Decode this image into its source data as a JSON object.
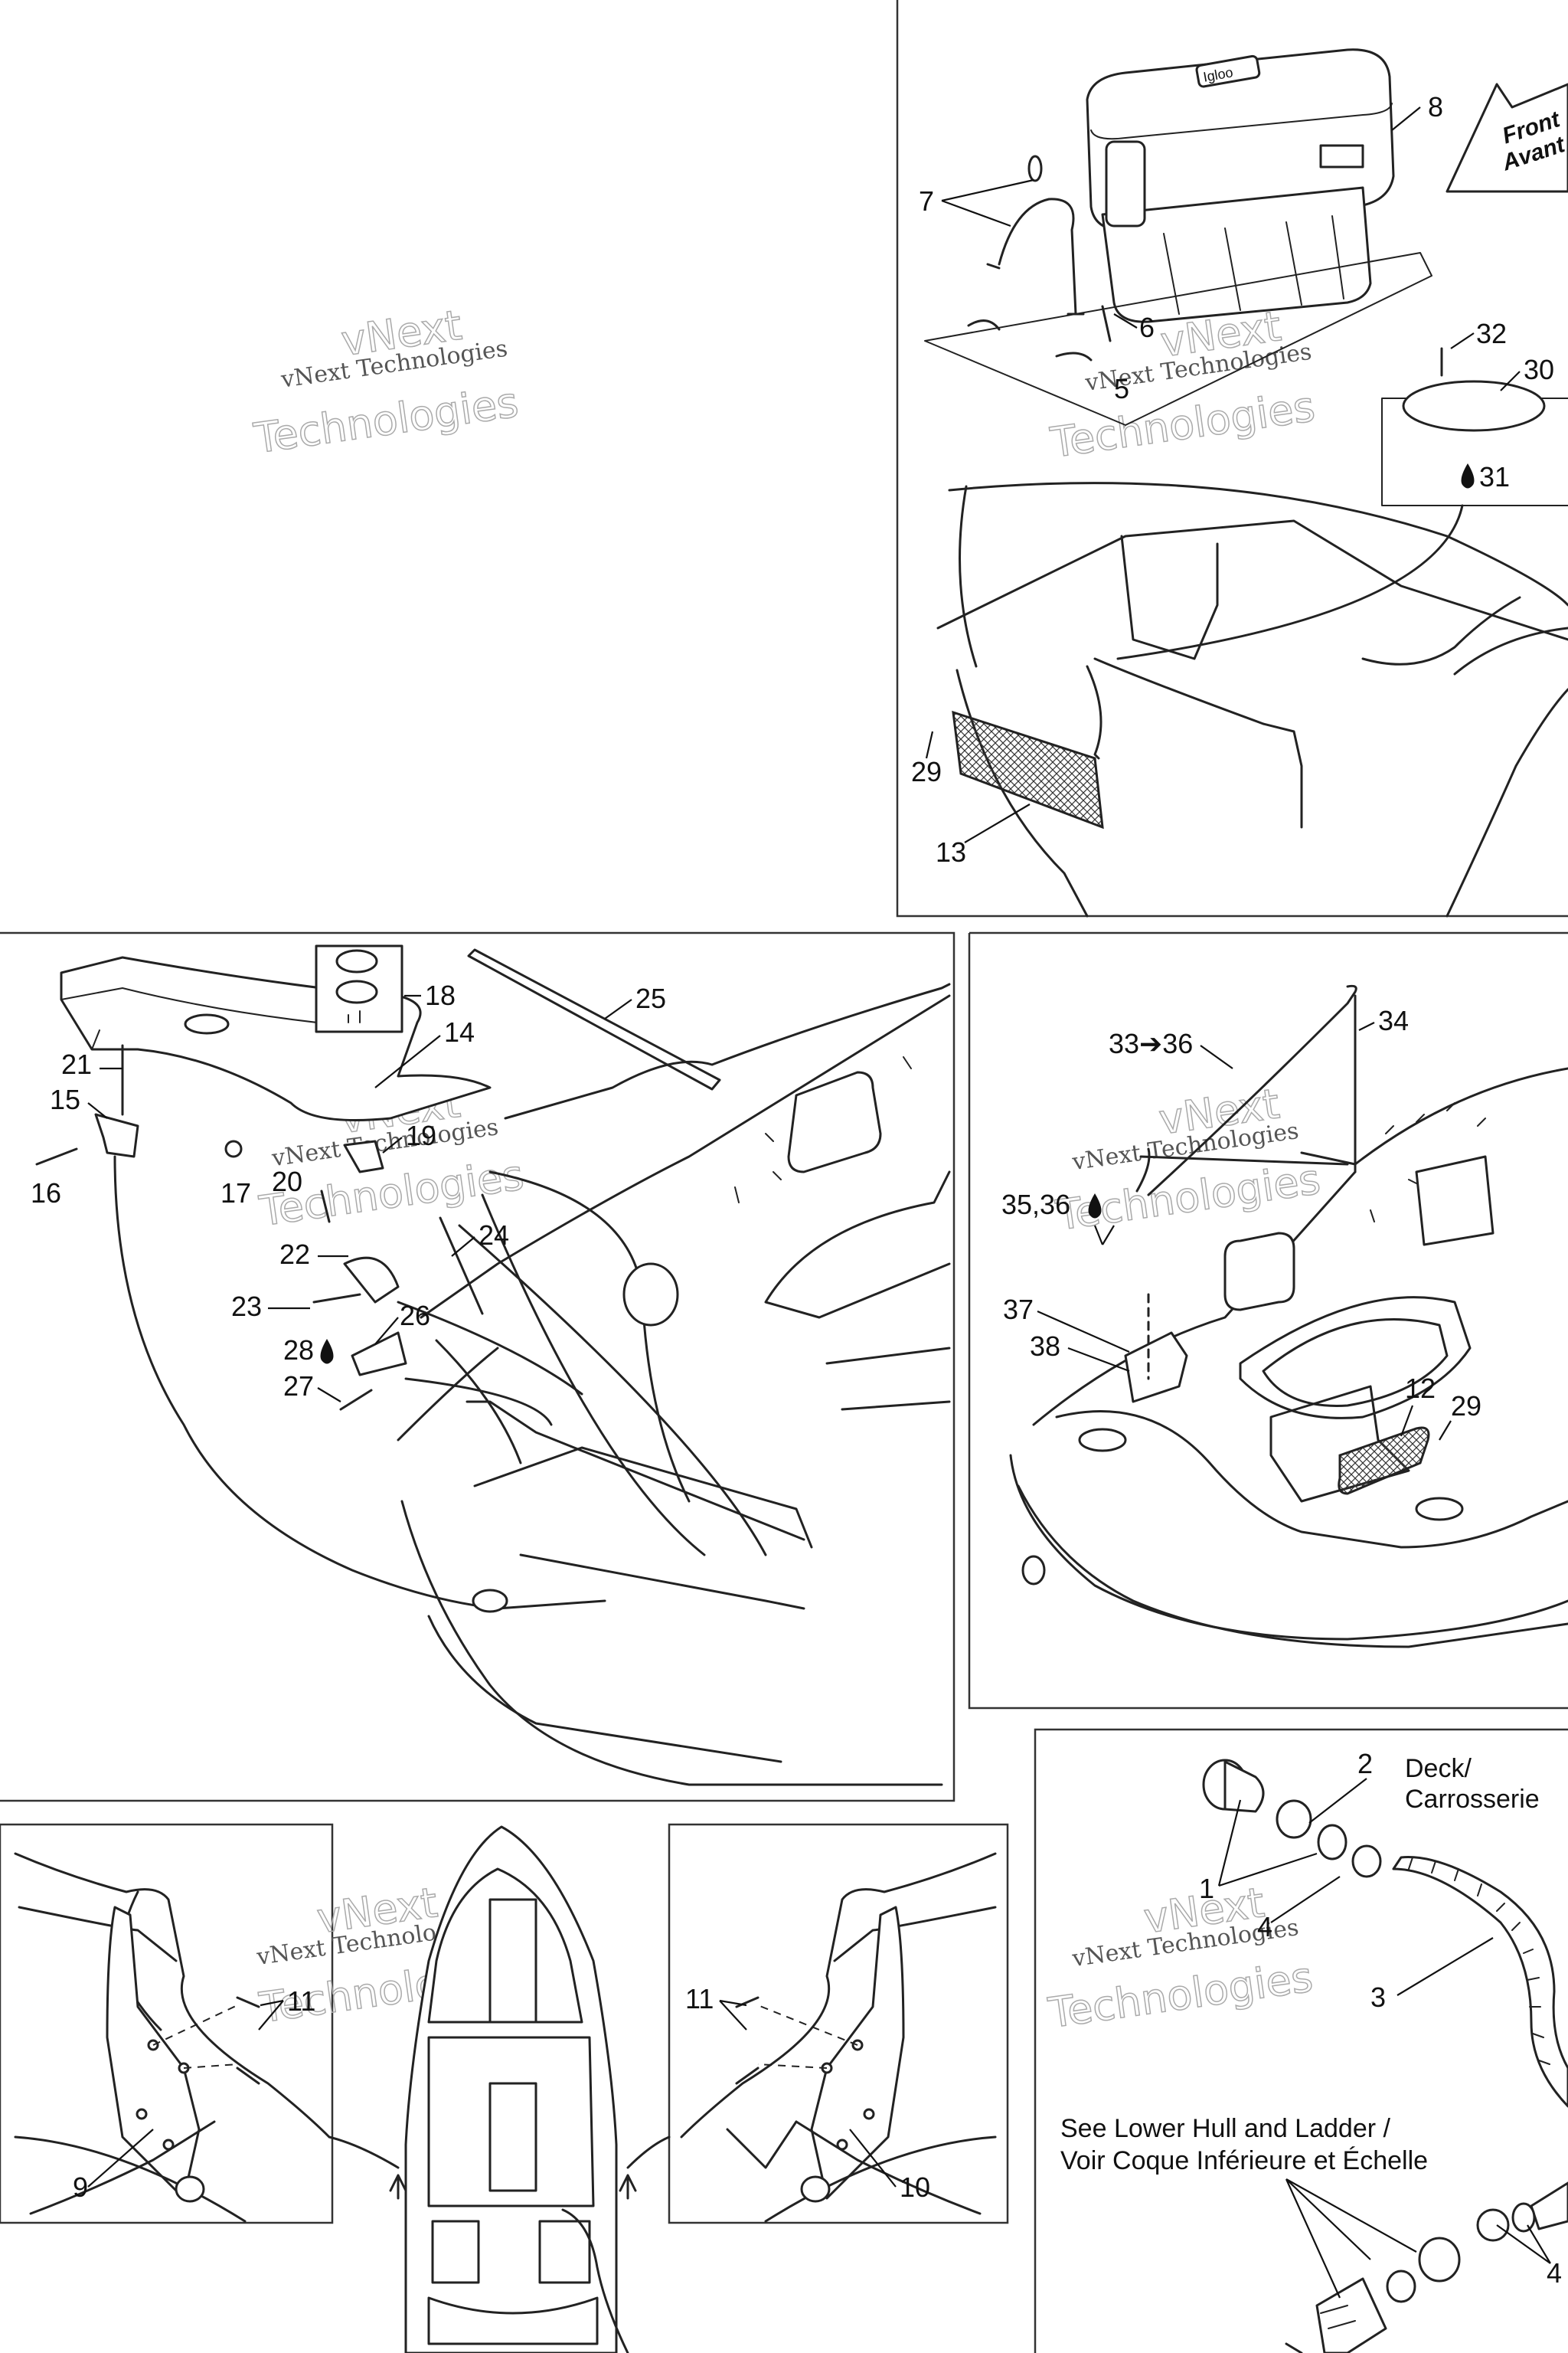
{
  "watermark": {
    "line1": "vNext Technologies",
    "line2": "vNext",
    "line3": "Technologies"
  },
  "top_right": {
    "callouts": [
      "8",
      "7",
      "6",
      "5",
      "32",
      "30",
      "31",
      "29",
      "13"
    ],
    "front_label_en": "Front",
    "front_label_fr": "Avant",
    "cooler_brand": "Igloo"
  },
  "middle_left": {
    "callouts": [
      "18",
      "14",
      "25",
      "21",
      "15",
      "16",
      "17",
      "19",
      "20",
      "22",
      "24",
      "23",
      "26",
      "28",
      "27"
    ]
  },
  "middle_right": {
    "callouts": [
      "33➔36",
      "34",
      "35,36",
      "37",
      "38",
      "12",
      "29"
    ]
  },
  "bottom_left": {
    "callouts": [
      "11",
      "9"
    ]
  },
  "bottom_center": {
    "callouts": [
      "11",
      "10"
    ]
  },
  "bottom_right": {
    "callouts": [
      "2",
      "1",
      "4",
      "3",
      "4"
    ],
    "deck_label_line1": "Deck/",
    "deck_label_line2": "Carrosserie",
    "note_line1": "See Lower Hull and Ladder /",
    "note_line2": "Voir Coque Inférieure et Échelle"
  }
}
